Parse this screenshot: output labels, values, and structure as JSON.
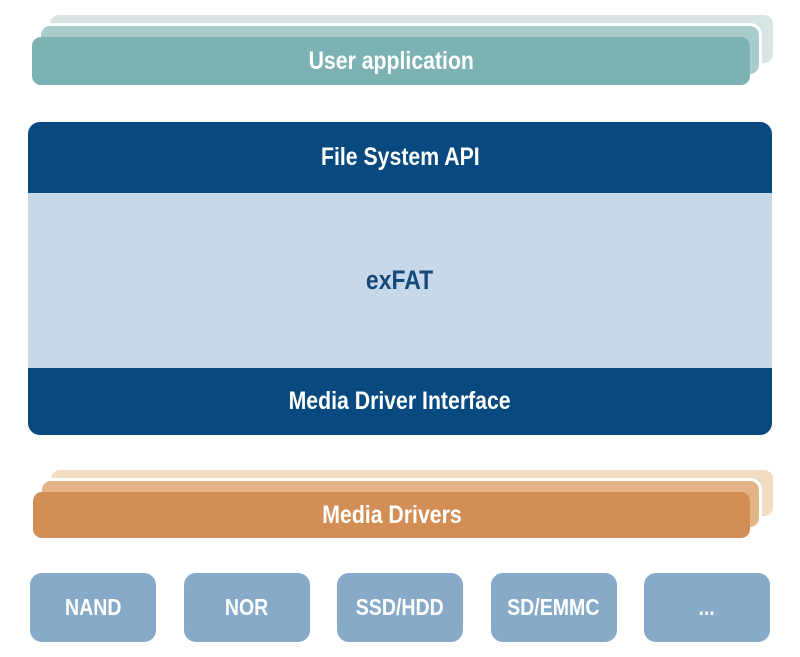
{
  "diagram": {
    "user_application": {
      "label": "User application"
    },
    "file_system_block": {
      "api_label": "File System API",
      "core_label": "exFAT",
      "driver_interface_label": "Media Driver Interface"
    },
    "media_drivers": {
      "label": "Media Drivers"
    },
    "devices": [
      {
        "label": "NAND"
      },
      {
        "label": "NOR"
      },
      {
        "label": "SSD/HDD"
      },
      {
        "label": "SD/EMMC"
      },
      {
        "label": "..."
      }
    ],
    "colors": {
      "teal_front": "#7cb2b4",
      "teal_mid": "#aacbcb",
      "teal_back": "#d9e5e4",
      "navy": "#084a7f",
      "light_blue_body": "#c7d9e8",
      "orange_front": "#d28e55",
      "orange_mid": "#e3b485",
      "orange_back": "#f3ddc1",
      "device_blue": "#88aac9",
      "text_on_dark": "#ffffff"
    }
  }
}
